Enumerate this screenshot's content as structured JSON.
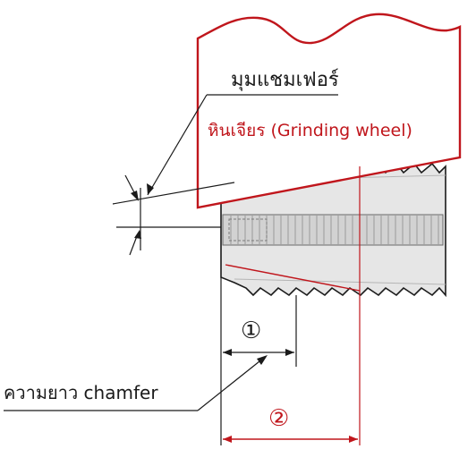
{
  "labels": {
    "chamfer_angle": "มุมแชมเฟอร์",
    "grinding_wheel": "หินเจียร (Grinding wheel)",
    "chamfer_length": "ความยาว chamfer",
    "dim_1": "①",
    "dim_2": "②"
  },
  "colors": {
    "wheel": "#c0161c",
    "ink": "#1a1a1a",
    "tap_fill": "#e6e6e6",
    "core_fill": "#d2d2d2",
    "hatch": "#9a9a9a"
  }
}
